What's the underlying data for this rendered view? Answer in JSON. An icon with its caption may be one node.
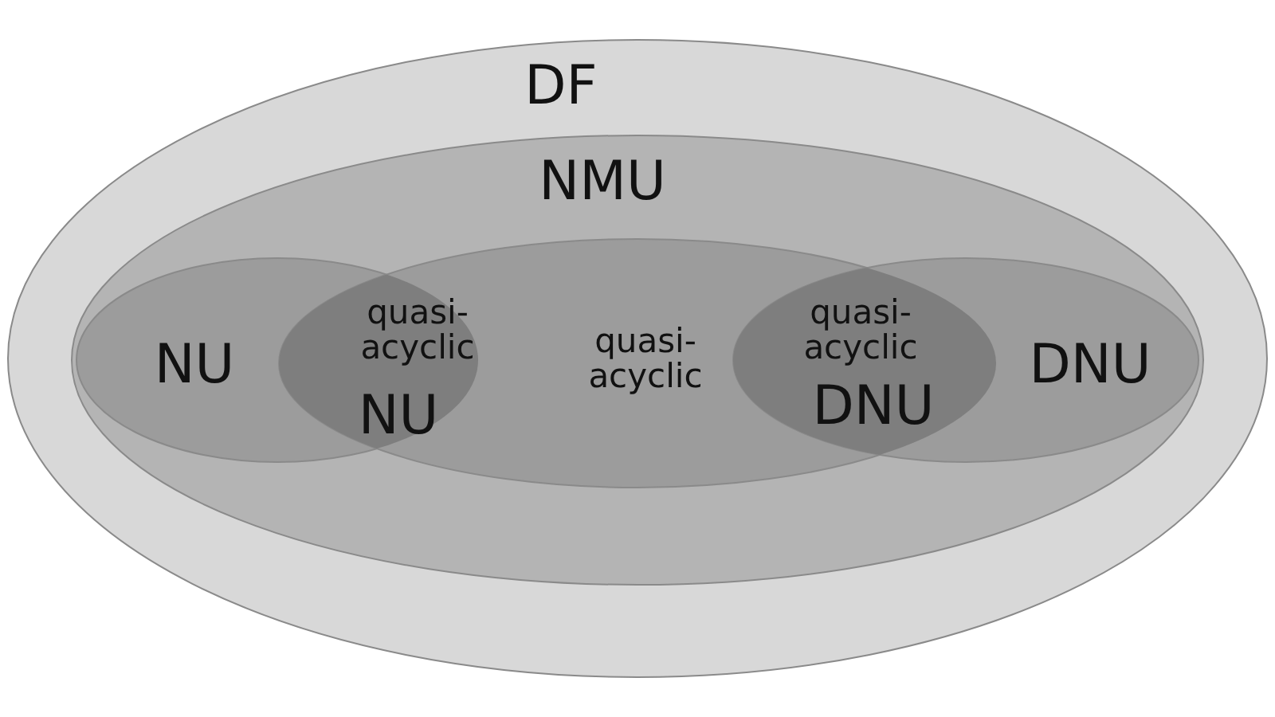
{
  "diagram": {
    "nodes": [
      {
        "text": [
          "DF"
        ]
      },
      {
        "text": [
          "NMU"
        ],
        "in": 0
      },
      {
        "text": [
          "NU"
        ],
        "in": 1
      },
      {
        "text": [
          "quasi-acyclic",
          "NU"
        ],
        "in": 1
      },
      {
        "text": [
          "quasi-acyclic"
        ],
        "in": 1
      },
      {
        "text": [
          "quasi-acyclic",
          "DNU"
        ],
        "in": 1
      },
      {
        "text": [
          "DNU"
        ],
        "in": 1
      }
    ]
  }
}
